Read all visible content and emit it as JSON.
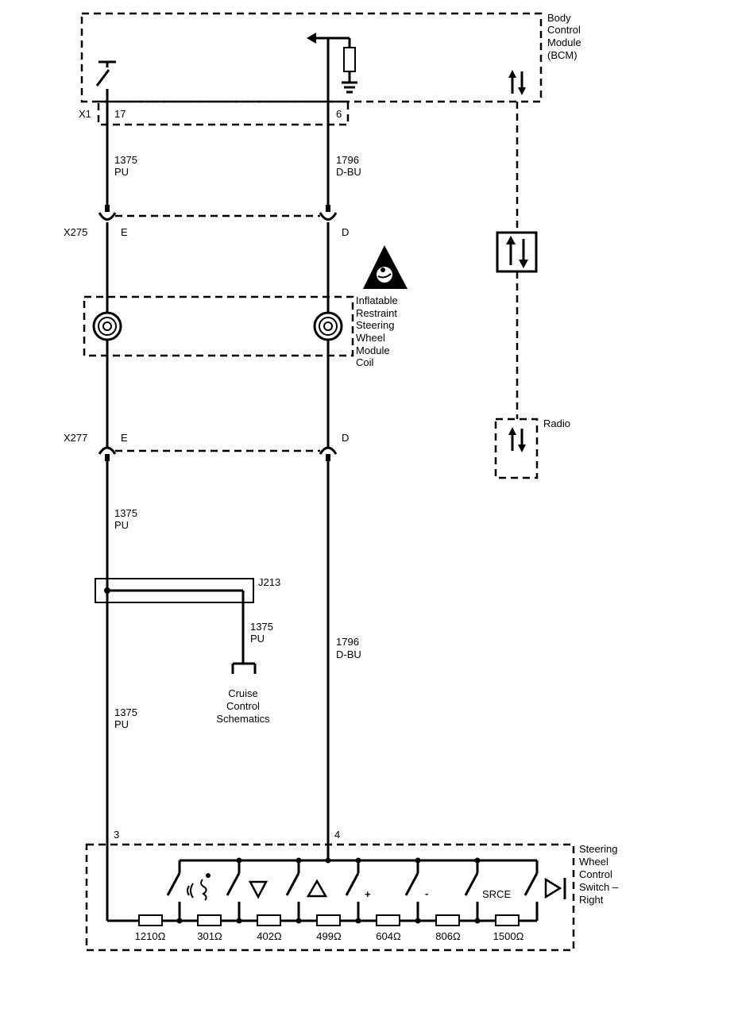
{
  "modules": {
    "bcm": [
      "Body",
      "Control",
      "Module",
      "(BCM)"
    ],
    "coil": [
      "Inflatable",
      "Restraint",
      "Steering",
      "Wheel",
      "Module",
      "Coil"
    ],
    "radio": "Radio",
    "switch": [
      "Steering",
      "Wheel",
      "Control",
      "Switch –",
      "Right"
    ],
    "cruise": [
      "Cruise",
      "Control",
      "Schematics"
    ]
  },
  "connectors": {
    "x1": "X1",
    "x1_pin_left": "17",
    "x1_pin_right": "6",
    "x275": "X275",
    "x275_pin_left": "E",
    "x275_pin_right": "D",
    "x277": "X277",
    "x277_pin_left": "E",
    "x277_pin_right": "D",
    "switch_pin_left": "3",
    "switch_pin_right": "4",
    "splice": "J213"
  },
  "wires": {
    "left_top": [
      "1375",
      "PU"
    ],
    "right_top": [
      "1796",
      "D-BU"
    ],
    "left_mid": [
      "1375",
      "PU"
    ],
    "splice_branch": [
      "1375",
      "PU"
    ],
    "left_bottom": [
      "1375",
      "PU"
    ],
    "right_bottom": [
      "1796",
      "D-BU"
    ]
  },
  "switch_buttons": {
    "plus": "+",
    "minus": "-",
    "source": "SRCE"
  },
  "resistors": [
    "1210Ω",
    "301Ω",
    "402Ω",
    "499Ω",
    "604Ω",
    "806Ω",
    "1500Ω"
  ]
}
